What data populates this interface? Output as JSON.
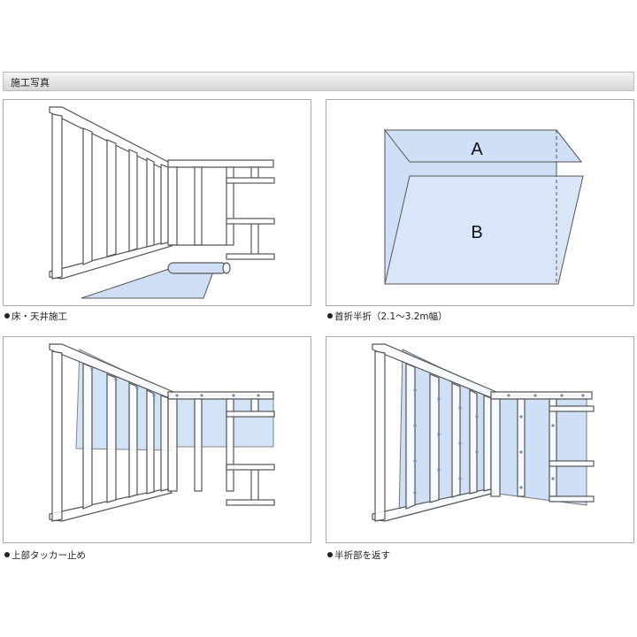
{
  "header": {
    "title": "施工写真"
  },
  "panels": [
    {
      "caption": "床・天井施工"
    },
    {
      "caption": "首折半折（2.1～3.2m幅）",
      "label_a": "A",
      "label_b": "B"
    },
    {
      "caption": "上部タッカー止め"
    },
    {
      "caption": "半折部を返す"
    }
  ],
  "colors": {
    "frame": "#ffffff",
    "stroke": "#555555",
    "sheet": "#cfe0f6",
    "sheet_dark": "#b9cff0",
    "tacker": "#7a8aa8"
  }
}
